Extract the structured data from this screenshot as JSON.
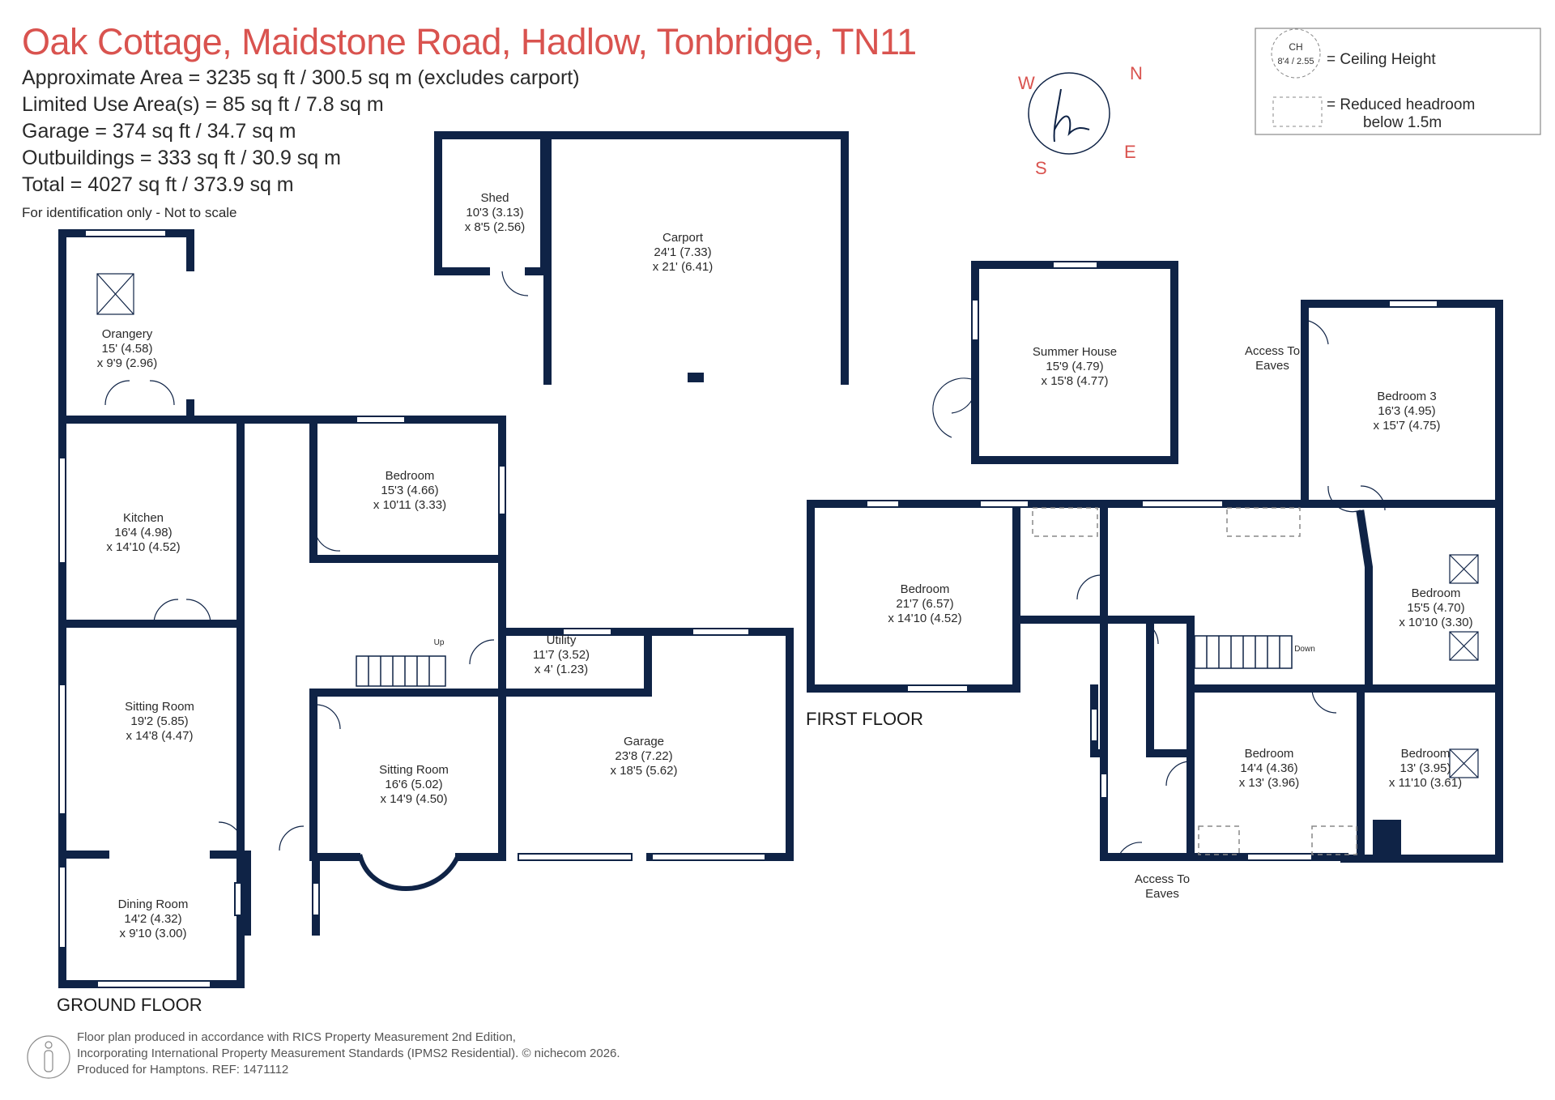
{
  "header": {
    "title": "Oak Cottage, Maidstone Road, Hadlow, Tonbridge, TN11",
    "stats": [
      "Approximate Area = 3235 sq ft / 300.5 sq m (excludes carport)",
      "Limited Use Area(s) = 85 sq ft / 7.8 sq m",
      "Garage = 374 sq ft / 34.7 sq m",
      "Outbuildings = 333 sq ft / 30.9 sq m",
      "Total = 4027 sq ft / 373.9 sq m"
    ],
    "note": "For identification only - Not to scale"
  },
  "legend": {
    "ch_label": "CH",
    "ch_value": "8'4 / 2.55",
    "ceiling_height": "= Ceiling Height",
    "reduced_line1": "= Reduced headroom",
    "reduced_line2": "below 1.5m"
  },
  "compass": {
    "n": "N",
    "e": "E",
    "s": "S",
    "w": "W"
  },
  "floors": {
    "ground": "GROUND FLOOR",
    "first": "FIRST FLOOR"
  },
  "rooms": {
    "shed": [
      "Shed",
      "10'3 (3.13)",
      "x 8'5 (2.56)"
    ],
    "carport": [
      "Carport",
      "24'1 (7.33)",
      "x 21' (6.41)"
    ],
    "summer_house": [
      "Summer House",
      "15'9 (4.79)",
      "x 15'8 (4.77)"
    ],
    "orangery": [
      "Orangery",
      "15' (4.58)",
      "x 9'9 (2.96)"
    ],
    "kitchen": [
      "Kitchen",
      "16'4 (4.98)",
      "x 14'10 (4.52)"
    ],
    "bedroom_gf": [
      "Bedroom",
      "15'3 (4.66)",
      "x 10'11 (3.33)"
    ],
    "utility": [
      "Utility",
      "11'7 (3.52)",
      "x 4' (1.23)"
    ],
    "sitting_room_1": [
      "Sitting Room",
      "19'2 (5.85)",
      "x 14'8 (4.47)"
    ],
    "sitting_room_2": [
      "Sitting Room",
      "16'6 (5.02)",
      "x 14'9 (4.50)"
    ],
    "garage": [
      "Garage",
      "23'8 (7.22)",
      "x 18'5 (5.62)"
    ],
    "dining_room": [
      "Dining Room",
      "14'2 (4.32)",
      "x 9'10 (3.00)"
    ],
    "bedroom_3": [
      "Bedroom 3",
      "16'3 (4.95)",
      "x 15'7 (4.75)"
    ],
    "bedroom_ff_1": [
      "Bedroom",
      "21'7 (6.57)",
      "x 14'10 (4.52)"
    ],
    "bedroom_ff_2": [
      "Bedroom",
      "15'5 (4.70)",
      "x 10'10 (3.30)"
    ],
    "bedroom_ff_3": [
      "Bedroom",
      "14'4 (4.36)",
      "x 13' (3.96)"
    ],
    "bedroom_ff_4": [
      "Bedroom",
      "13' (3.95)",
      "x 11'10 (3.61)"
    ]
  },
  "labels": {
    "access_eaves_top": [
      "Access To",
      "Eaves"
    ],
    "access_eaves_bottom": [
      "Access To",
      "Eaves"
    ],
    "up": "Up",
    "down": "Down"
  },
  "footer": {
    "line1": "Floor plan produced in accordance with RICS Property Measurement 2nd Edition,",
    "line2": "Incorporating International Property Measurement Standards (IPMS2 Residential).   © nichecom 2026.",
    "line3": "Produced for Hamptons.   REF: 1471112"
  },
  "colors": {
    "wall": "#0f2346",
    "title": "#d9534f",
    "text": "#2a2a2a"
  }
}
